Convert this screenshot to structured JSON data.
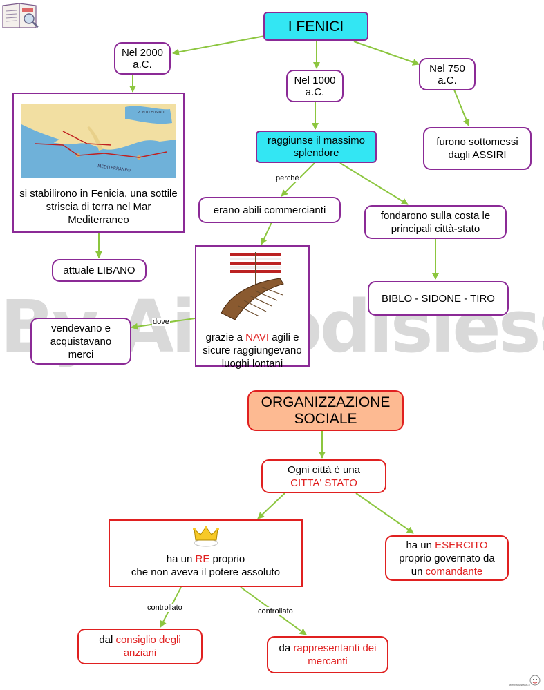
{
  "watermark": "By Aiutodislessia.net",
  "footer_small": "www.anastasis.it",
  "title": "I FENICI",
  "n2000": "Nel 2000\na.C.",
  "n1000": "Nel 1000\na.C.",
  "n750": "Nel 750\na.C.",
  "map_caption": "si stabilirono in Fenicia, una sottile striscia di terra nel Mar Mediterraneo",
  "map_labels": {
    "a": "PONTO EUSINO",
    "b": "MEDITERRANEO"
  },
  "libano": "attuale LIBANO",
  "splendore": "raggiunse il massimo splendore",
  "sottomessi": "furono sottomessi dagli ASSIRI",
  "perche": "perchè",
  "commercianti": "erano abili commercianti",
  "fondarono": "fondarono sulla costa le principali città-stato",
  "citta": "BIBLO - SIDONE - TIRO",
  "navi": {
    "pre": "grazie a ",
    "hl": "NAVI",
    "post": " agili e sicure raggiungevano luoghi lontani"
  },
  "dove": "dove",
  "vendevano": "vendevano e acquistavano merci",
  "org": "ORGANIZZAZIONE SOCIALE",
  "ogni": {
    "pre": "Ogni città è una",
    "hl": "CITTA' STATO"
  },
  "re": {
    "pre": "ha un ",
    "hl": "RE",
    "post": " proprio",
    "line2": "che non aveva il potere assoluto"
  },
  "esercito": {
    "pre": "ha un ",
    "hl": "ESERCITO",
    "mid": "proprio governato da",
    "pre2": "un ",
    "hl2": "comandante"
  },
  "controllato1": "controllato",
  "controllato2": "controllato",
  "consiglio": {
    "pre": "dal ",
    "hl": "consiglio degli anziani"
  },
  "rappresentanti": {
    "pre": "da ",
    "hl": "rappresentanti dei mercanti"
  },
  "colors": {
    "green_arrow": "#8cc63f",
    "purple": "#8b2a96",
    "red": "#e02020",
    "cyan": "#33e6f3",
    "salmon": "#fdba92"
  }
}
